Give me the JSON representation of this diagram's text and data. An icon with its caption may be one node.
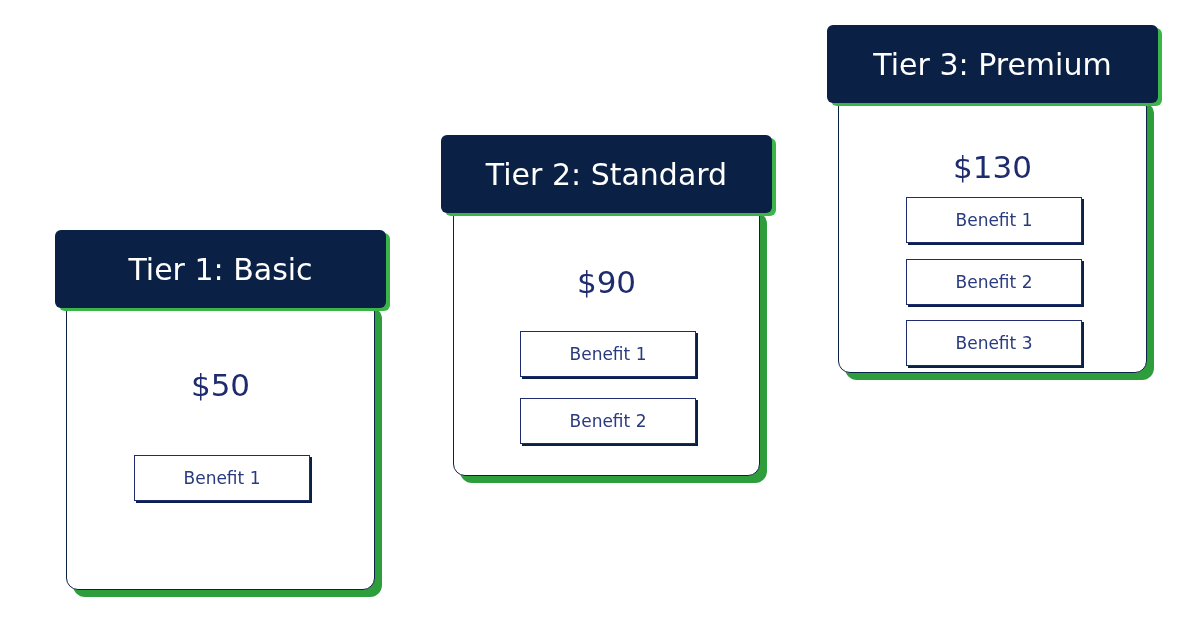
{
  "diagram": {
    "nodes": [
      {
        "text": [
          "Tier 1: Basic",
          "$50"
        ]
      },
      {
        "text": [
          "Benefit 1"
        ],
        "in": 0
      },
      {
        "text": [
          "Tier 2: Standard",
          "$90"
        ]
      },
      {
        "text": [
          "Benefit 1"
        ],
        "in": 2
      },
      {
        "text": [
          "Benefit 2"
        ],
        "in": 2
      },
      {
        "text": [
          "Tier 3: Premium",
          "$130"
        ]
      },
      {
        "text": [
          "Benefit 1"
        ],
        "in": 5
      },
      {
        "text": [
          "Benefit 2"
        ],
        "in": 5
      },
      {
        "text": [
          "Benefit 3"
        ],
        "in": 5
      }
    ],
    "edges": []
  }
}
